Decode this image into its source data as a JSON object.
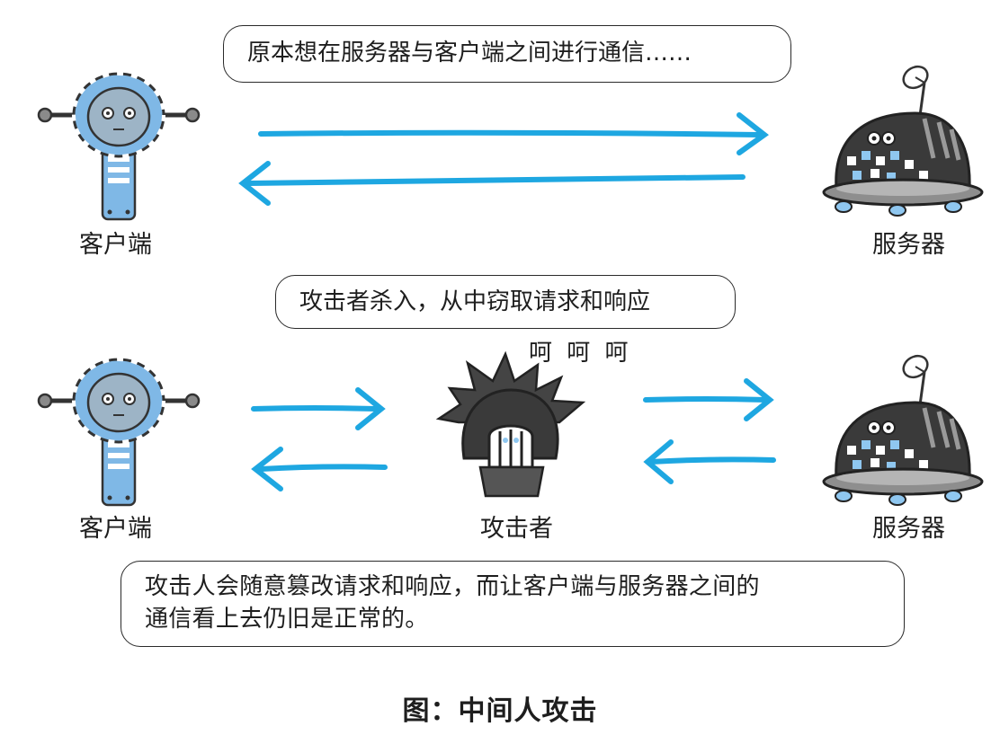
{
  "scene1": {
    "speech": "原本想在服务器与客户端之间进行通信……",
    "client_label": "客户端",
    "server_label": "服务器"
  },
  "scene2": {
    "speech": "攻击者杀入，从中窃取请求和响应",
    "laugh": "呵 呵 呵",
    "client_label": "客户端",
    "attacker_label": "攻击者",
    "server_label": "服务器"
  },
  "note": {
    "line1": "攻击人会随意篡改请求和响应，而让客户端与服务器之间的",
    "line2": "通信看上去仍旧是正常的。"
  },
  "caption": "图：中间人攻击",
  "colors": {
    "arrow": "#1ea7e1",
    "robot_blue": "#7fb8e6",
    "server_dark": "#3a3a3a",
    "attacker_dark": "#444444"
  }
}
